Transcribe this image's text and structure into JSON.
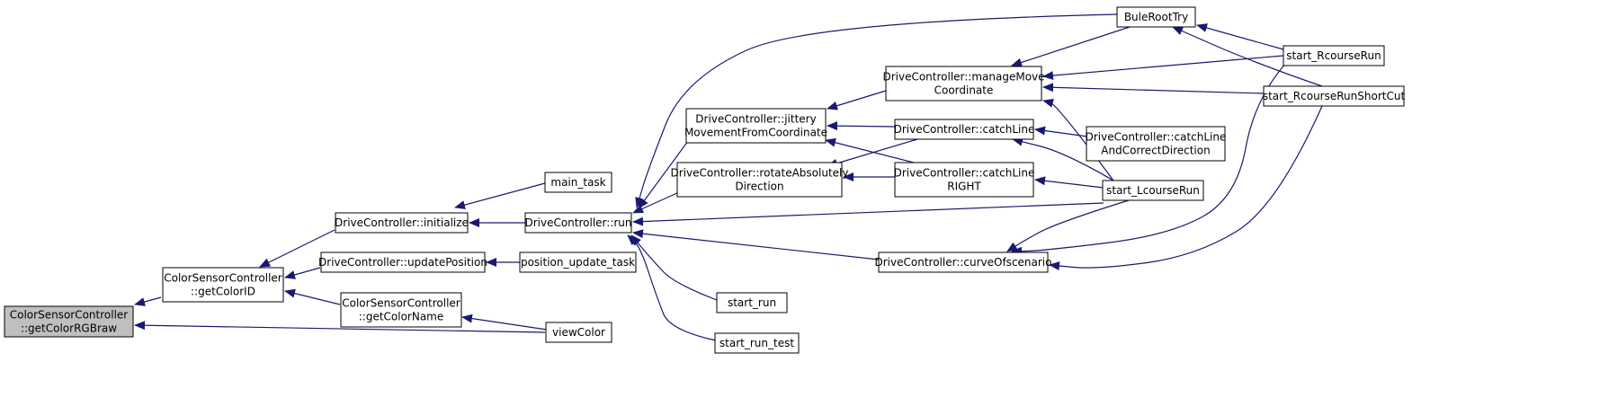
{
  "diagram": {
    "type": "call-graph",
    "colors": {
      "edge": "#191970",
      "node_fill": "#ffffff",
      "root_fill": "#bfbfbf",
      "node_border": "#000000"
    },
    "nodes": [
      {
        "id": "getColorRGBraw",
        "lines": [
          "ColorSensorController",
          "::getColorRGBraw"
        ],
        "highlighted": true
      },
      {
        "id": "getColorID",
        "lines": [
          "ColorSensorController",
          "::getColorID"
        ]
      },
      {
        "id": "initialize",
        "lines": [
          "DriveController::initialize"
        ]
      },
      {
        "id": "updatePosition",
        "lines": [
          "DriveController::updatePosition"
        ]
      },
      {
        "id": "getColorName",
        "lines": [
          "ColorSensorController",
          "::getColorName"
        ]
      },
      {
        "id": "main_task",
        "lines": [
          "main_task"
        ]
      },
      {
        "id": "run",
        "lines": [
          "DriveController::run"
        ]
      },
      {
        "id": "position_update_task",
        "lines": [
          "position_update_task"
        ]
      },
      {
        "id": "viewColor",
        "lines": [
          "viewColor"
        ]
      },
      {
        "id": "jittery",
        "lines": [
          "DriveController::jittery",
          "MovementFromCoordinate"
        ]
      },
      {
        "id": "rotate",
        "lines": [
          "DriveController::rotateAbsolutely",
          "Direction"
        ]
      },
      {
        "id": "start_run",
        "lines": [
          "start_run"
        ]
      },
      {
        "id": "start_run_test",
        "lines": [
          "start_run_test"
        ]
      },
      {
        "id": "manageMove",
        "lines": [
          "DriveController::manageMove",
          "Coordinate"
        ]
      },
      {
        "id": "catchLine",
        "lines": [
          "DriveController::catchLine"
        ]
      },
      {
        "id": "catchLineRIGHT",
        "lines": [
          "DriveController::catchLine",
          "RIGHT"
        ]
      },
      {
        "id": "curve",
        "lines": [
          "DriveController::curveOfscenario"
        ]
      },
      {
        "id": "BuleRootTry",
        "lines": [
          "BuleRootTry"
        ]
      },
      {
        "id": "catchLineAndCorrect",
        "lines": [
          "DriveController::catchLine",
          "AndCorrectDirection"
        ]
      },
      {
        "id": "start_LcourseRun",
        "lines": [
          "start_LcourseRun"
        ]
      },
      {
        "id": "start_RcourseRun",
        "lines": [
          "start_RcourseRun"
        ]
      },
      {
        "id": "start_RcourseRunShortCut",
        "lines": [
          "start_RcourseRunShortCut"
        ]
      }
    ],
    "edges": [
      {
        "from": "getColorRGBraw",
        "to": "getColorID"
      },
      {
        "from": "getColorRGBraw",
        "to": "viewColor"
      },
      {
        "from": "getColorID",
        "to": "initialize"
      },
      {
        "from": "getColorID",
        "to": "updatePosition"
      },
      {
        "from": "getColorID",
        "to": "getColorName"
      },
      {
        "from": "initialize",
        "to": "main_task"
      },
      {
        "from": "initialize",
        "to": "run"
      },
      {
        "from": "updatePosition",
        "to": "position_update_task"
      },
      {
        "from": "getColorName",
        "to": "viewColor"
      },
      {
        "from": "run",
        "to": "jittery"
      },
      {
        "from": "run",
        "to": "rotate"
      },
      {
        "from": "run",
        "to": "BuleRootTry"
      },
      {
        "from": "run",
        "to": "start_LcourseRun"
      },
      {
        "from": "run",
        "to": "curve"
      },
      {
        "from": "run",
        "to": "start_run"
      },
      {
        "from": "run",
        "to": "start_run_test"
      },
      {
        "from": "jittery",
        "to": "manageMove"
      },
      {
        "from": "jittery",
        "to": "catchLine"
      },
      {
        "from": "jittery",
        "to": "catchLineRIGHT"
      },
      {
        "from": "rotate",
        "to": "catchLine"
      },
      {
        "from": "rotate",
        "to": "catchLineRIGHT"
      },
      {
        "from": "manageMove",
        "to": "BuleRootTry"
      },
      {
        "from": "manageMove",
        "to": "start_RcourseRun"
      },
      {
        "from": "manageMove",
        "to": "start_RcourseRunShortCut"
      },
      {
        "from": "manageMove",
        "to": "start_LcourseRun"
      },
      {
        "from": "catchLine",
        "to": "catchLineAndCorrect"
      },
      {
        "from": "catchLine",
        "to": "start_LcourseRun"
      },
      {
        "from": "catchLineRIGHT",
        "to": "start_LcourseRun"
      },
      {
        "from": "curve",
        "to": "start_LcourseRun"
      },
      {
        "from": "curve",
        "to": "start_RcourseRun"
      },
      {
        "from": "curve",
        "to": "start_RcourseRunShortCut"
      },
      {
        "from": "BuleRootTry",
        "to": "start_RcourseRun"
      },
      {
        "from": "BuleRootTry",
        "to": "start_RcourseRunShortCut"
      }
    ]
  }
}
